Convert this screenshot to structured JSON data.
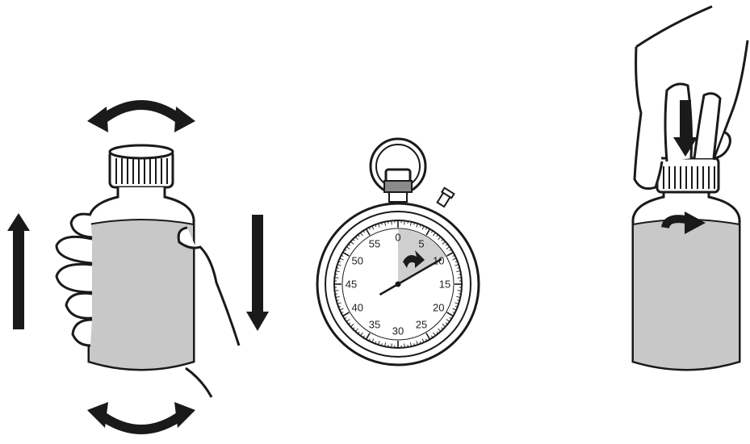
{
  "colors": {
    "ink": "#1a1a1a",
    "liquid": "#c8c8c8",
    "liquid_dark": "#b9b9b9",
    "paper": "#ffffff",
    "elapsed_sector": "#cfcfcf",
    "crown": "#8a8a8a"
  },
  "panels": [
    {
      "name": "shake-bottle",
      "icons": [
        "curved-arrow-icon",
        "arrow-up-icon",
        "arrow-down-icon",
        "hand-icon",
        "bottle-icon"
      ]
    },
    {
      "name": "wait",
      "icons": [
        "stopwatch-icon"
      ]
    },
    {
      "name": "press-and-twist-cap",
      "icons": [
        "hand-icon",
        "arrow-down-icon",
        "curved-arrow-right-icon",
        "bottle-icon"
      ]
    }
  ],
  "stopwatch": {
    "dial_numbers": [
      "0",
      "5",
      "10",
      "15",
      "20",
      "25",
      "30",
      "35",
      "40",
      "45",
      "50",
      "55"
    ],
    "elapsed_seconds": 10
  }
}
